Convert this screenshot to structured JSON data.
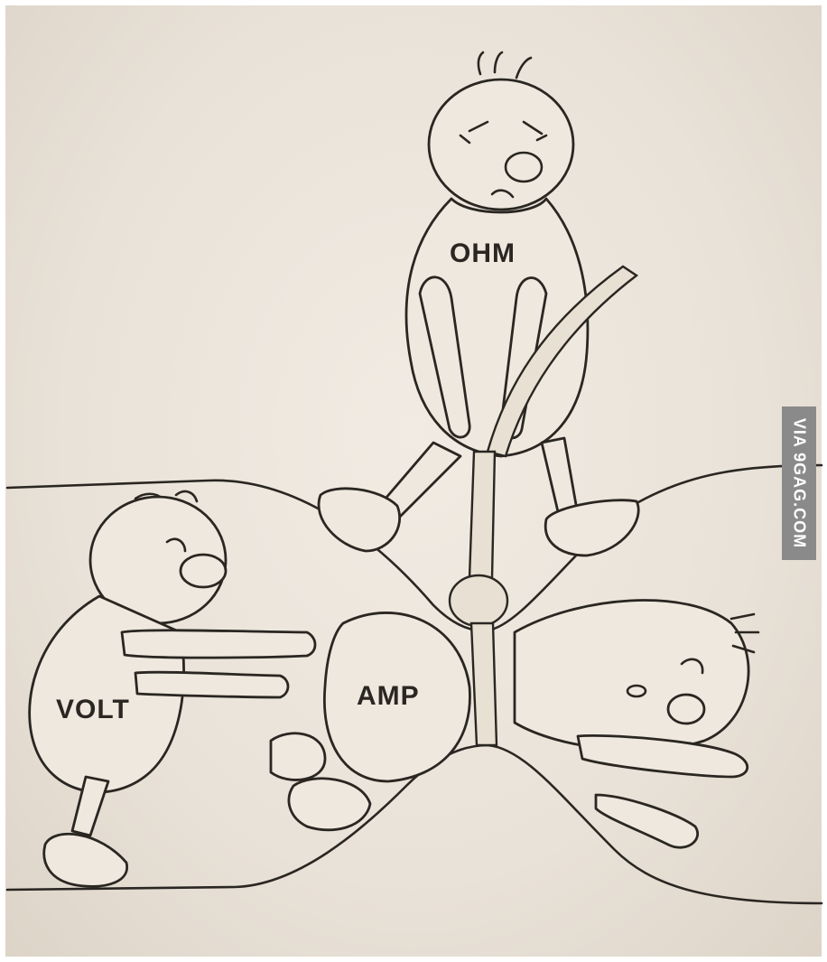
{
  "cartoon": {
    "labels": {
      "ohm": "OHM",
      "volt": "VOLT",
      "amp": "AMP"
    }
  },
  "watermark": {
    "text": "VIA 9GAG.COM"
  },
  "colors": {
    "paper": "#ebe4da",
    "ink": "#2a2622",
    "watermark_bg": "#8a8a8a",
    "watermark_text": "#ffffff"
  }
}
